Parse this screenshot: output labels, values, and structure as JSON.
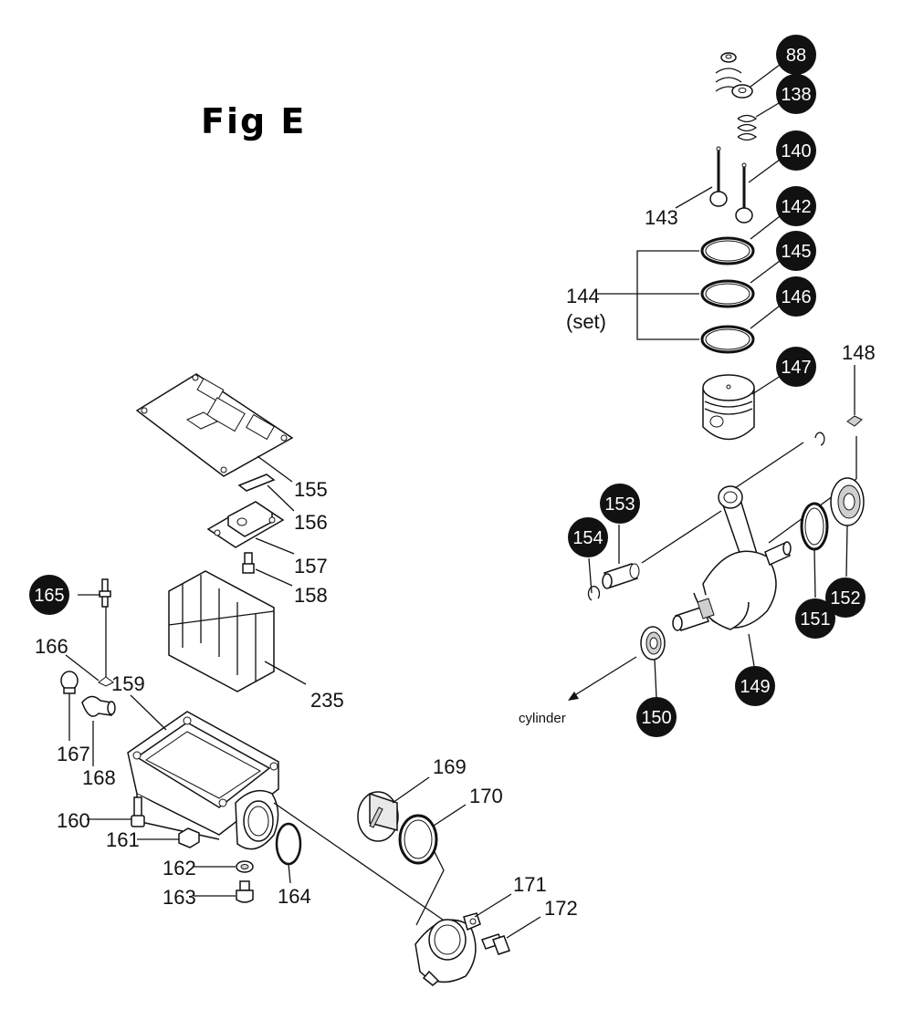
{
  "figure": {
    "title": "Fig E"
  },
  "labels": {
    "p88": "88",
    "p138": "138",
    "p140": "140",
    "p142": "142",
    "p143": "143",
    "p144": "144",
    "p144set": "(set)",
    "p145": "145",
    "p146": "146",
    "p147": "147",
    "p148": "148",
    "p149": "149",
    "p150": "150",
    "p151": "151",
    "p152": "152",
    "p153": "153",
    "p154": "154",
    "p155": "155",
    "p156": "156",
    "p157": "157",
    "p158": "158",
    "p159": "159",
    "p160": "160",
    "p161": "161",
    "p162": "162",
    "p163": "163",
    "p164": "164",
    "p165": "165",
    "p166": "166",
    "p167": "167",
    "p168": "168",
    "p169": "169",
    "p170": "170",
    "p171": "171",
    "p172": "172",
    "p235": "235",
    "cylinder": "cylinder"
  },
  "colors": {
    "ink": "#111111",
    "paper": "#ffffff",
    "callout_fill": "#111111",
    "callout_text": "#ffffff"
  }
}
